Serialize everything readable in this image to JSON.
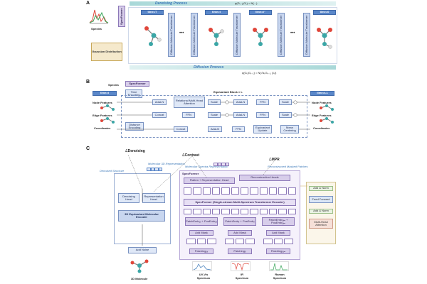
{
  "panel_a": {
    "letter": "A",
    "spectra_label": "Spectra",
    "specformer_label": "SpecFormer",
    "gaussian_label": "Gaussian Distribution",
    "denoising_process": "Denoising Process",
    "diffusion_process": "Diffusion Process",
    "denoise_formula": "p(Gₜ₋₁|Gₜ) = N(...)",
    "diffuse_formula": "q(Gₜ|Gₜ₋₁) = N(√αₜGₜ₋₁, βₜI)",
    "time_labels": [
      "time=T",
      "time=t",
      "time=t⁻",
      "time=0"
    ],
    "transformer_label": "Diffusion Molecule Transformer",
    "ellipsis": "•••"
  },
  "panel_b": {
    "letter": "B",
    "spectra_label": "Spectra",
    "specformer_label": "SpecFormer",
    "time_t": "time=t",
    "time_t_minus": "time=t-1",
    "time_encoding": "Time Encoding",
    "equivariant_block": "Equivariant Block × L",
    "node_features": "Node Features",
    "edge_features": "Edge Features",
    "coordinates": "Coordinates",
    "adaln": "AdaLN",
    "rmha": "Relational Multi-Head Attention",
    "scale": "Scale",
    "ffn": "FFN",
    "concat": "Concat",
    "distance_encoding": "Distance Encoding",
    "equivariant_update": "Equivariant Update",
    "mean_centering": "Mean Centering"
  },
  "panel_c": {
    "letter": "C",
    "l_denoising": "ℒDenoising",
    "l_contrast": "ℒContrast",
    "l_mpr": "ℒMPR",
    "denoised_structure": "Denoised Structure",
    "mol_3d_repr": "Molecular 3D Representation",
    "mol_spec_repr": "Molecular Spectra Representation",
    "reconstructed_patches": "Reconstructed Masked Patches",
    "denoising_head": "Denoising Head",
    "representation_head": "Representation Head",
    "encoder_3d": "3D Equivariant Molecular Encoder",
    "add_noise": "Add Noise",
    "molecule_3d": "3D Molecule",
    "specformer": "SpecFormer",
    "flatten_head": "Flatten + Representation Head",
    "reconstruction_heads": "Reconstruction Heads",
    "transformer_encoder": "SpecFormer (Single-stream Multi-Spectrum Transformer Encoder)",
    "patch_emb_uv": "PatchEmbᵤᵥ + PosEmbᵤᵥ",
    "patch_emb_ir": "PatchEmbᵢᵣ + PosEmbᵢᵣ",
    "patch_emb_raman": "PatchEmbᵣₐₘ + PosEmbᵣₐₘ",
    "add_mask": "Add Mask",
    "patching_uv": "Patchingᵤᵥ",
    "patching_ir": "Patchingᵢᵣ",
    "patching_raman": "Patchingᵣₐₘ",
    "uv_spectrum": "UV-Vis Spectrum",
    "ir_spectrum": "IR Spectrum",
    "raman_spectrum": "Raman Spectrum",
    "detail_add_norm_top": "Add & Norm",
    "detail_ffn": "Feed Forward",
    "detail_add_norm_bottom": "Add & Norm",
    "detail_mha": "Multi-Head Attention"
  },
  "colors": {
    "accent": "#5a87c9",
    "box_fill": "#dfe8f7",
    "purple": "#8c78b8",
    "teal_arrow": "#7fc6c6"
  }
}
